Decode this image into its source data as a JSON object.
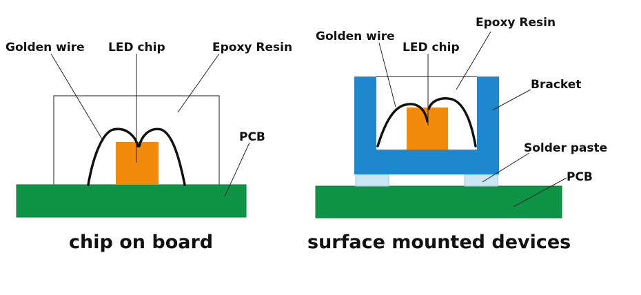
{
  "colors": {
    "pcb": "#0f9447",
    "pcb_edge": "#0a7a39",
    "chip": "#f28a0c",
    "bracket": "#1e88cf",
    "solder": "#c9e6f2",
    "wire": "#111111",
    "resin_outline": "#444444",
    "leader": "#222222"
  },
  "left_diagram": {
    "caption": "chip on board",
    "labels": {
      "golden_wire": "Golden wire",
      "led_chip": "LED chip",
      "epoxy_resin": "Epoxy Resin",
      "pcb": "PCB"
    }
  },
  "right_diagram": {
    "caption": "surface mounted devices",
    "labels": {
      "golden_wire": "Golden wire",
      "led_chip": "LED chip",
      "epoxy_resin": "Epoxy Resin",
      "bracket": "Bracket",
      "solder_paste": "Solder paste",
      "pcb": "PCB"
    }
  }
}
